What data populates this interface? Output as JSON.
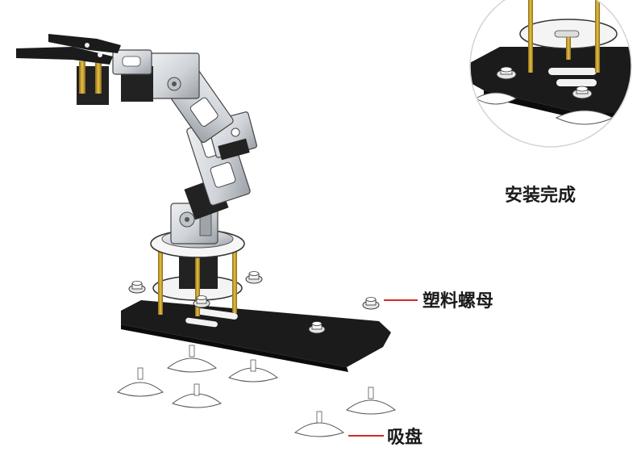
{
  "labels": {
    "install_complete": "安装完成",
    "plastic_nut": "塑料螺母",
    "suction_cup": "吸盘"
  },
  "colors": {
    "callout_line": "#d9262c",
    "base_plate": "#1b1b1b",
    "standoff": "#c9a12a",
    "servo_body": "#222222",
    "aluminum": "#cfd3d8",
    "outline": "#3a3a3a",
    "suction_cup_fill": "#ffffff"
  }
}
